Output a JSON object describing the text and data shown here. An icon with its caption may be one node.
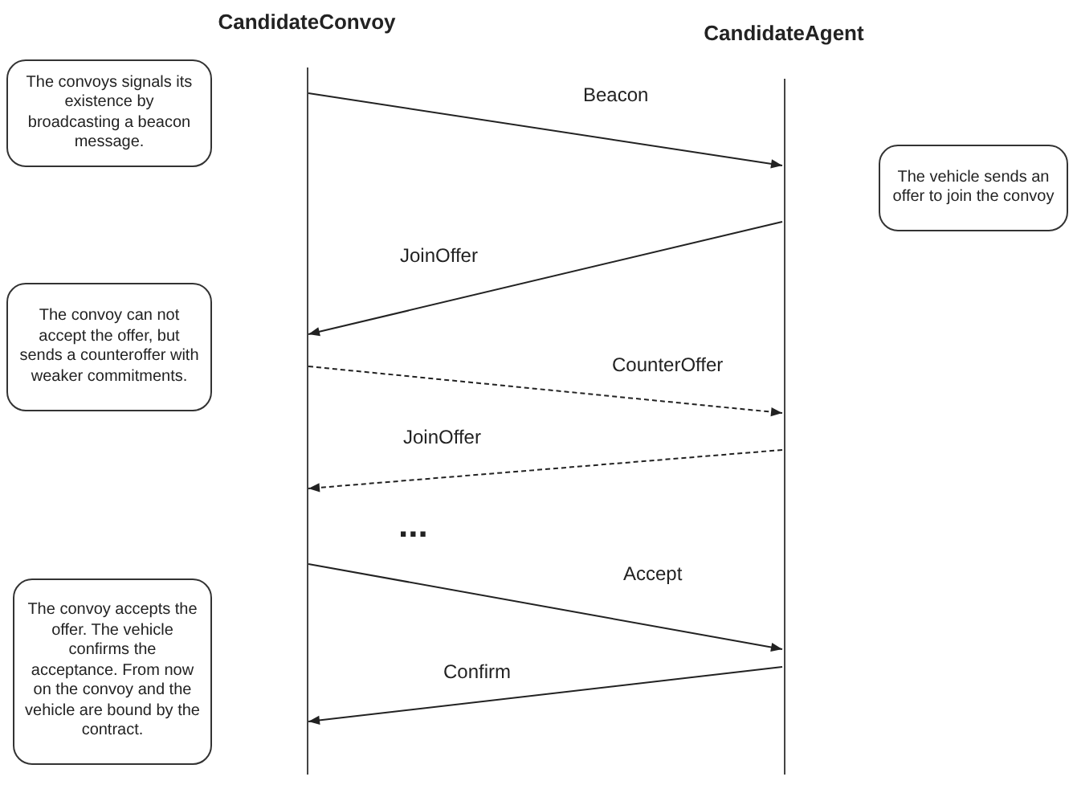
{
  "diagram": {
    "nodes": [
      {
        "text": [
          "CandidateConvoy"
        ]
      },
      {
        "text": [
          "CandidateAgent"
        ]
      },
      {
        "text": [
          "The convoys signals its existence by broadcasting a beacon message."
        ]
      },
      {
        "text": [
          "The vehicle sends an offer to join the convoy"
        ]
      },
      {
        "text": [
          "The convoy can not accept the offer, but sends a counteroffer with weaker commitments."
        ]
      },
      {
        "text": [
          "The convoy accepts the offer. The vehicle confirms the acceptance. From now on the convoy and the vehicle are bound by the contract."
        ]
      }
    ],
    "edges": [
      {
        "from": 0,
        "to": 1,
        "arrow": "to",
        "label": "Beacon"
      },
      {
        "from": 1,
        "to": 0,
        "arrow": "to",
        "label": "JoinOffer"
      },
      {
        "from": 0,
        "to": 1,
        "arrow": "to",
        "label": "CounterOffer",
        "style": "dashed"
      },
      {
        "from": 1,
        "to": 0,
        "arrow": "to",
        "label": "JoinOffer",
        "style": "dashed"
      },
      {
        "from": 0,
        "to": 1,
        "arrow": "to",
        "label": "Accept"
      },
      {
        "from": 1,
        "to": 0,
        "arrow": "to",
        "label": "Confirm"
      }
    ],
    "labels": [
      "..."
    ]
  }
}
